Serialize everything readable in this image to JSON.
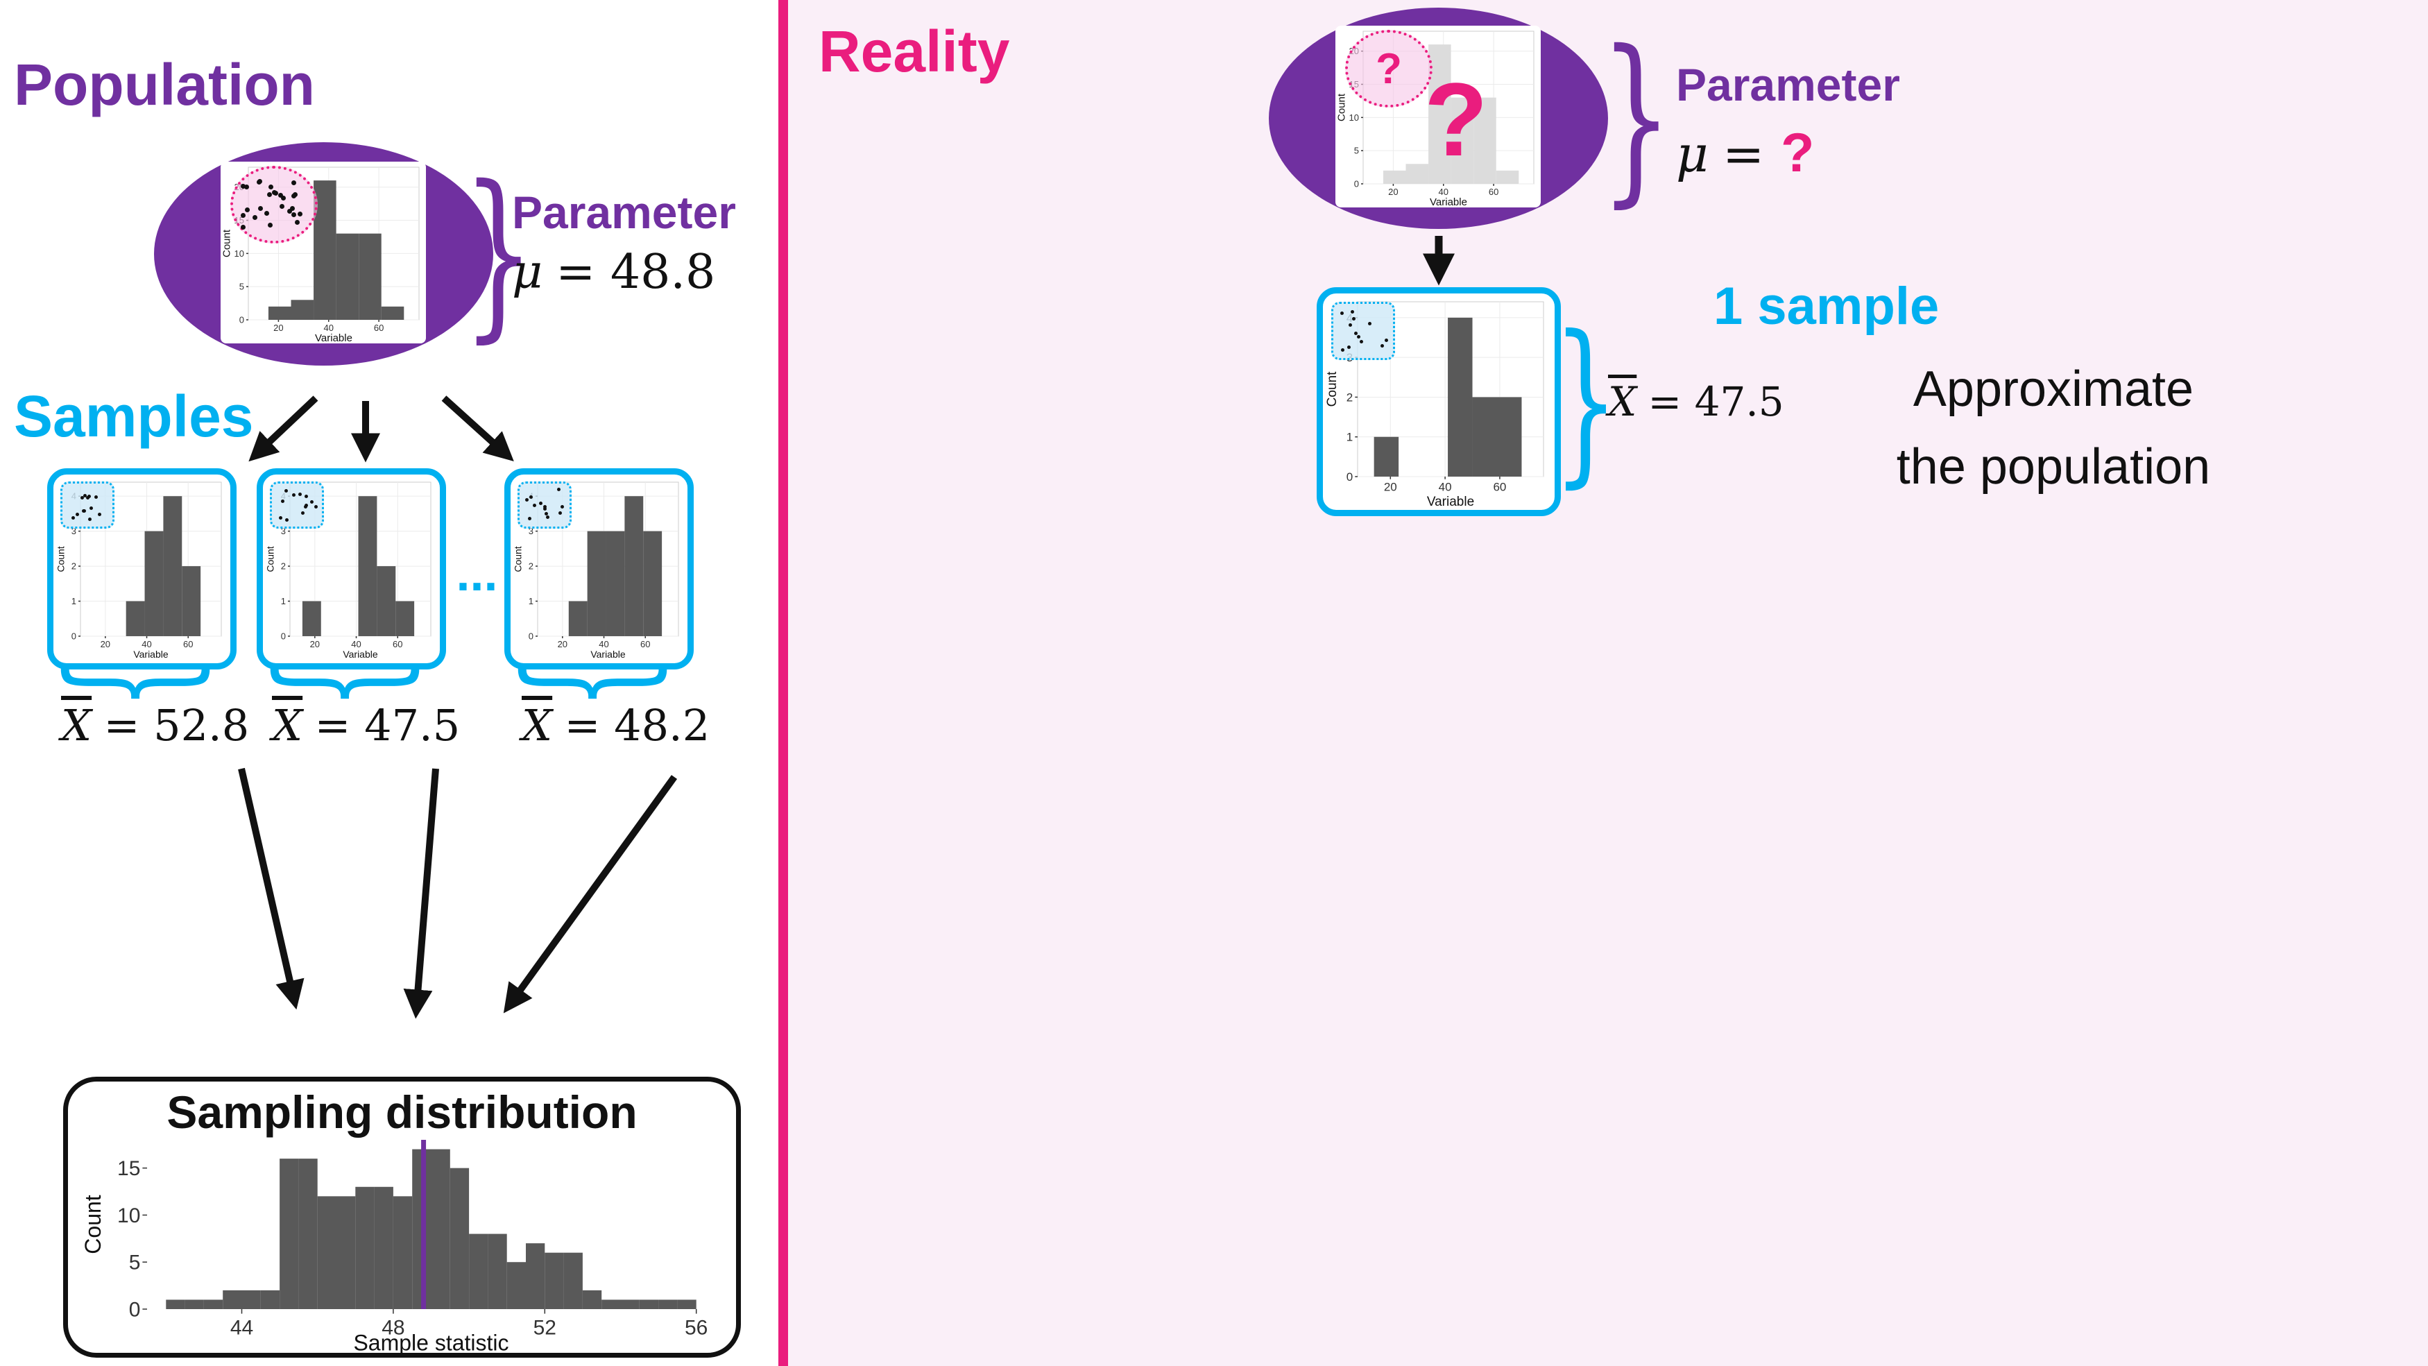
{
  "colors": {
    "purple": "#7030A0",
    "cyan": "#00B0F0",
    "pink": "#EA1D7E",
    "bar_dark": "#595959",
    "bar_light": "#DCDCDC",
    "right_bg": "#FAEFF8",
    "divider": "#EA1D7E"
  },
  "glyphs": {
    "brace": "}"
  },
  "left_panel": {
    "population_label": "Population",
    "samples_label": "Samples",
    "parameter": {
      "title": "Parameter",
      "symbol": "μ",
      "value": "= 48.8"
    },
    "ellipsis": "...",
    "samples": [
      {
        "symbol": "X",
        "value": "= 52.8"
      },
      {
        "symbol": "X",
        "value": "= 47.5"
      },
      {
        "symbol": "X",
        "value": "= 48.2"
      }
    ],
    "sampling_distribution_title": "Sampling distribution"
  },
  "right_panel": {
    "reality_label": "Reality",
    "parameter": {
      "title": "Parameter",
      "symbol": "μ",
      "equals": "=",
      "question": "?"
    },
    "question_small": "?",
    "question_large": "?",
    "one_sample_label": "1 sample",
    "sample_stat": {
      "symbol": "X",
      "value": "= 47.5"
    },
    "approximate_line1": "Approximate",
    "approximate_line2": "the population"
  },
  "chart_data": {
    "population": {
      "type": "histogram",
      "xlabel": "Variable",
      "ylabel": "Count",
      "xlim": [
        8,
        76
      ],
      "ylim": [
        0,
        23
      ],
      "xticks": [
        20,
        40,
        60
      ],
      "yticks": [
        0,
        5,
        10,
        15,
        20
      ],
      "bin_start": 16,
      "bin_width": 9,
      "values": [
        2,
        3,
        21,
        13,
        13,
        2
      ],
      "bar_color": "#595959",
      "grid": true
    },
    "reality_population": {
      "type": "histogram",
      "xlabel": "Variable",
      "ylabel": "Count",
      "xlim": [
        8,
        76
      ],
      "ylim": [
        0,
        23
      ],
      "xticks": [
        20,
        40,
        60
      ],
      "yticks": [
        0,
        5,
        10,
        15,
        20
      ],
      "bin_start": 16,
      "bin_width": 9,
      "values": [
        2,
        3,
        21,
        13,
        13,
        2
      ],
      "bar_color": "#DCDCDC",
      "grid": true
    },
    "sample1": {
      "type": "histogram",
      "xlabel": "Variable",
      "ylabel": "Count",
      "xlim": [
        8,
        76
      ],
      "ylim": [
        0,
        4.4
      ],
      "xticks": [
        20,
        40,
        60
      ],
      "yticks": [
        0,
        1,
        2,
        3,
        4
      ],
      "bin_start": 30,
      "bin_width": 9,
      "values": [
        1,
        3,
        4,
        2
      ],
      "bar_color": "#595959",
      "grid": true
    },
    "sample2": {
      "type": "histogram",
      "xlabel": "Variable",
      "ylabel": "Count",
      "xlim": [
        8,
        76
      ],
      "ylim": [
        0,
        4.4
      ],
      "xticks": [
        20,
        40,
        60
      ],
      "yticks": [
        0,
        1,
        2,
        3,
        4
      ],
      "bin_start": 14,
      "bin_width": 9,
      "values": [
        1,
        0,
        0,
        4,
        2,
        1
      ],
      "bar_color": "#595959",
      "grid": true
    },
    "sample3": {
      "type": "histogram",
      "xlabel": "Variable",
      "ylabel": "Count",
      "xlim": [
        8,
        76
      ],
      "ylim": [
        0,
        4.4
      ],
      "xticks": [
        20,
        40,
        60
      ],
      "yticks": [
        0,
        1,
        2,
        3,
        4
      ],
      "bin_start": 23,
      "bin_width": 9,
      "values": [
        1,
        3,
        3,
        4,
        3
      ],
      "bar_color": "#595959",
      "grid": true
    },
    "reality_sample": {
      "type": "histogram",
      "xlabel": "Variable",
      "ylabel": "Count",
      "xlim": [
        8,
        76
      ],
      "ylim": [
        0,
        4.4
      ],
      "xticks": [
        20,
        40,
        60
      ],
      "yticks": [
        0,
        1,
        2,
        3,
        4
      ],
      "bin_start": 14,
      "bin_width": 9,
      "values": [
        1,
        0,
        0,
        4,
        2,
        2
      ],
      "bar_color": "#595959",
      "grid": true
    },
    "sampling_distribution": {
      "type": "histogram",
      "xlabel": "Sample statistic",
      "ylabel": "Count",
      "xlim": [
        41.5,
        56.5
      ],
      "ylim": [
        0,
        18
      ],
      "xticks": [
        44,
        48,
        52,
        56
      ],
      "yticks": [
        0,
        5,
        10,
        15
      ],
      "bin_start": 42,
      "bin_width": 0.5,
      "values": [
        1,
        1,
        1,
        2,
        2,
        2,
        16,
        16,
        12,
        12,
        13,
        13,
        12,
        17,
        17,
        15,
        8,
        8,
        5,
        7,
        6,
        6,
        2,
        1,
        1,
        1,
        1,
        1
      ],
      "bar_color": "#595959",
      "grid": false,
      "vline": {
        "x": 48.8,
        "color": "#7030A0",
        "width": 7
      }
    }
  }
}
